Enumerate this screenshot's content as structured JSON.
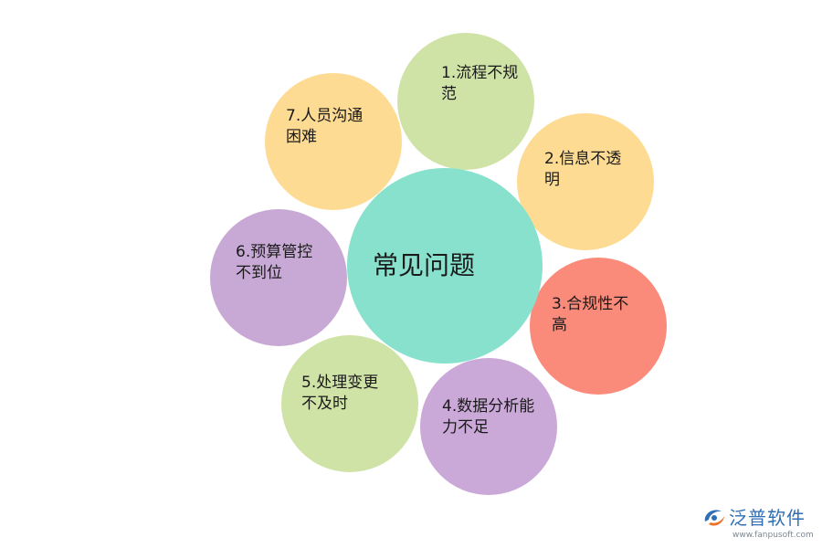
{
  "diagram": {
    "center": {
      "label": "常见问题",
      "color": "#88e1cd"
    },
    "items": [
      {
        "label": "1.流程不规范",
        "color": "#d0e3a6"
      },
      {
        "label": "2.信息不透明",
        "color": "#fddb92"
      },
      {
        "label": "3.合规性不高",
        "color": "#fa8a7a"
      },
      {
        "label": "4.数据分析能力不足",
        "color": "#caa8d7"
      },
      {
        "label": "5.处理变更不及时",
        "color": "#d0e3a6"
      },
      {
        "label": "6.预算管控不到位",
        "color": "#c8a9d6"
      },
      {
        "label": "7.人员沟通困难",
        "color": "#fddb92"
      }
    ]
  },
  "watermark": {
    "name": "泛普软件",
    "url": "www.fanpusoft.com",
    "icon": "fanpu-logo-icon"
  }
}
